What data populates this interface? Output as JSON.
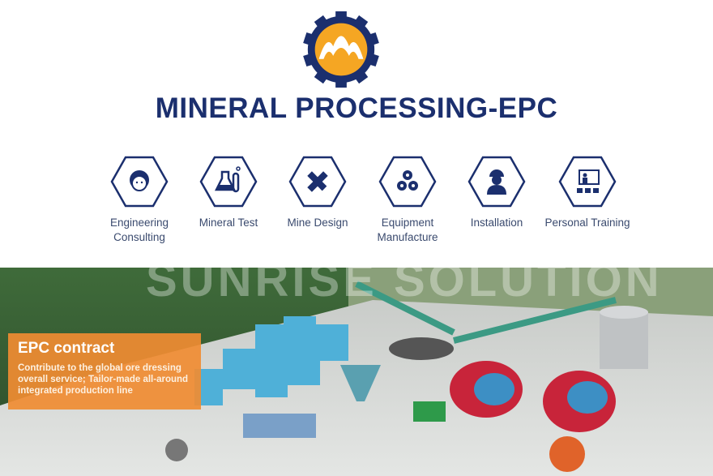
{
  "title": "MINERAL PROCESSING-EPC",
  "services": [
    {
      "label": "Engineering Consulting",
      "icon": "consultant-headset-icon"
    },
    {
      "label": "Mineral Test",
      "icon": "flask-icon"
    },
    {
      "label": "Mine Design",
      "icon": "ruler-pencil-icon"
    },
    {
      "label": "Equipment Manufacture",
      "icon": "gears-icon"
    },
    {
      "label": "Installation",
      "icon": "worker-helmet-icon"
    },
    {
      "label": "Personal Training",
      "icon": "training-board-icon"
    }
  ],
  "epc": {
    "heading": "EPC contract",
    "text": "Contribute to the global ore dressing overall service; Tailor-made all-around integrated production line"
  },
  "watermark": "SUNRISE SOLUTION",
  "colors": {
    "navy": "#1b2f6e",
    "orange": "#f08c32"
  }
}
